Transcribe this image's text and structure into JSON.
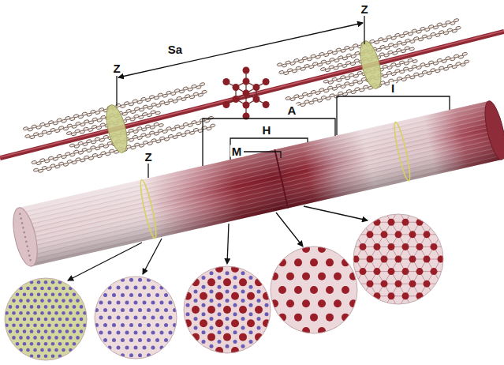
{
  "diagram": {
    "labels": [
      "Z",
      "Sa",
      "Z",
      "I",
      "A",
      "H",
      "M",
      "Z"
    ]
  }
}
